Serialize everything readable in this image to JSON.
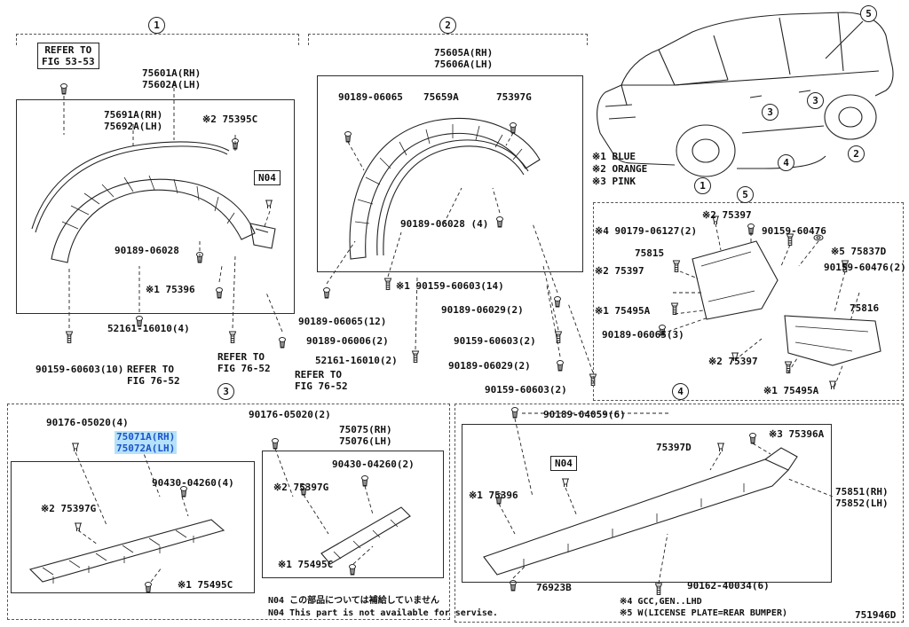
{
  "doc": {
    "number": "751946D"
  },
  "callouts": {
    "n1": "1",
    "n2": "2",
    "n3": "3",
    "n4": "4",
    "n5": "5"
  },
  "legend": {
    "l1": "※1 BLUE",
    "l2": "※2 ORANGE",
    "l3": "※3 PINK"
  },
  "s1": {
    "refer_fig53": "REFER TO\nFIG 53-53",
    "part_main": "75601A(RH)\n75602A(LH)",
    "part_garnish": "75691A(RH)\n75692A(LH)",
    "retainer": "※2 75395C",
    "n04": "N04",
    "clip1": "90189-06028",
    "pad": "※1 75396",
    "screw": "52161-16010(4)",
    "bolt": "90159-60603(10)",
    "refer_fig76_a": "REFER TO\nFIG 76-52",
    "refer_fig76_b": "REFER TO\nFIG 76-52",
    "refer_fig76_c": "REFER TO\nFIG 76-52"
  },
  "s2": {
    "part_main": "75605A(RH)\n75606A(LH)",
    "clip_top": "90189-06065",
    "retainer": "75659A",
    "clip_right": "75397G",
    "clip2": "90189-06028 (4)",
    "bolt14": "※1 90159-60603(14)",
    "clip12": "90189-06065(12)",
    "clip06006": "90189-06006(2)",
    "screw2": "52161-16010(2)",
    "clip_a": "90189-06029(2)",
    "bolt_a": "90159-60603(2)",
    "clip_b": "90189-06029(2)",
    "bolt_b": "90159-60603(2)"
  },
  "s5": {
    "clip_top": "※2 75397",
    "screw4": "※4 90179-06127(2)",
    "bolt_top": "90159-60476",
    "part_left": "75815",
    "cover": "※5 75837D",
    "clip_left": "※2 75397",
    "bolt_right": "90159-60476(2)",
    "pad_left": "※1 75495A",
    "part_right": "75816",
    "clip3": "90189-06065(3)",
    "clip_bottom": "※2 75397",
    "pad_bottom": "※1 75495A"
  },
  "s3": {
    "clip4": "90176-05020(4)",
    "part_hl": "75071A(RH)\n75072A(LH)",
    "clip2": "90176-05020(2)",
    "part_b": "75075(RH)\n75076(LH)",
    "screw4": "90430-04260(4)",
    "clip_a": "※2 75397G",
    "pad_a": "※1 75495C",
    "screw2": "90430-04260(2)",
    "clip_b": "※2 75397G",
    "pad_b": "※1 75495C"
  },
  "s4": {
    "clip6": "90189-04059(6)",
    "clip_d": "75397D",
    "pad_a": "※3 75396A",
    "n04": "N04",
    "pad_b": "※1 75396",
    "part_main": "75851(RH)\n75852(LH)",
    "spacer": "76923B",
    "screw6": "90162-40034(6)",
    "foot4": "※4 GCC,GEN..LHD",
    "foot5": "※5 W(LICENSE PLATE=REAR BUMPER)"
  },
  "notes": {
    "jp": "N04 この部品については補給していません",
    "en": "N04 This part is not available for servise."
  }
}
